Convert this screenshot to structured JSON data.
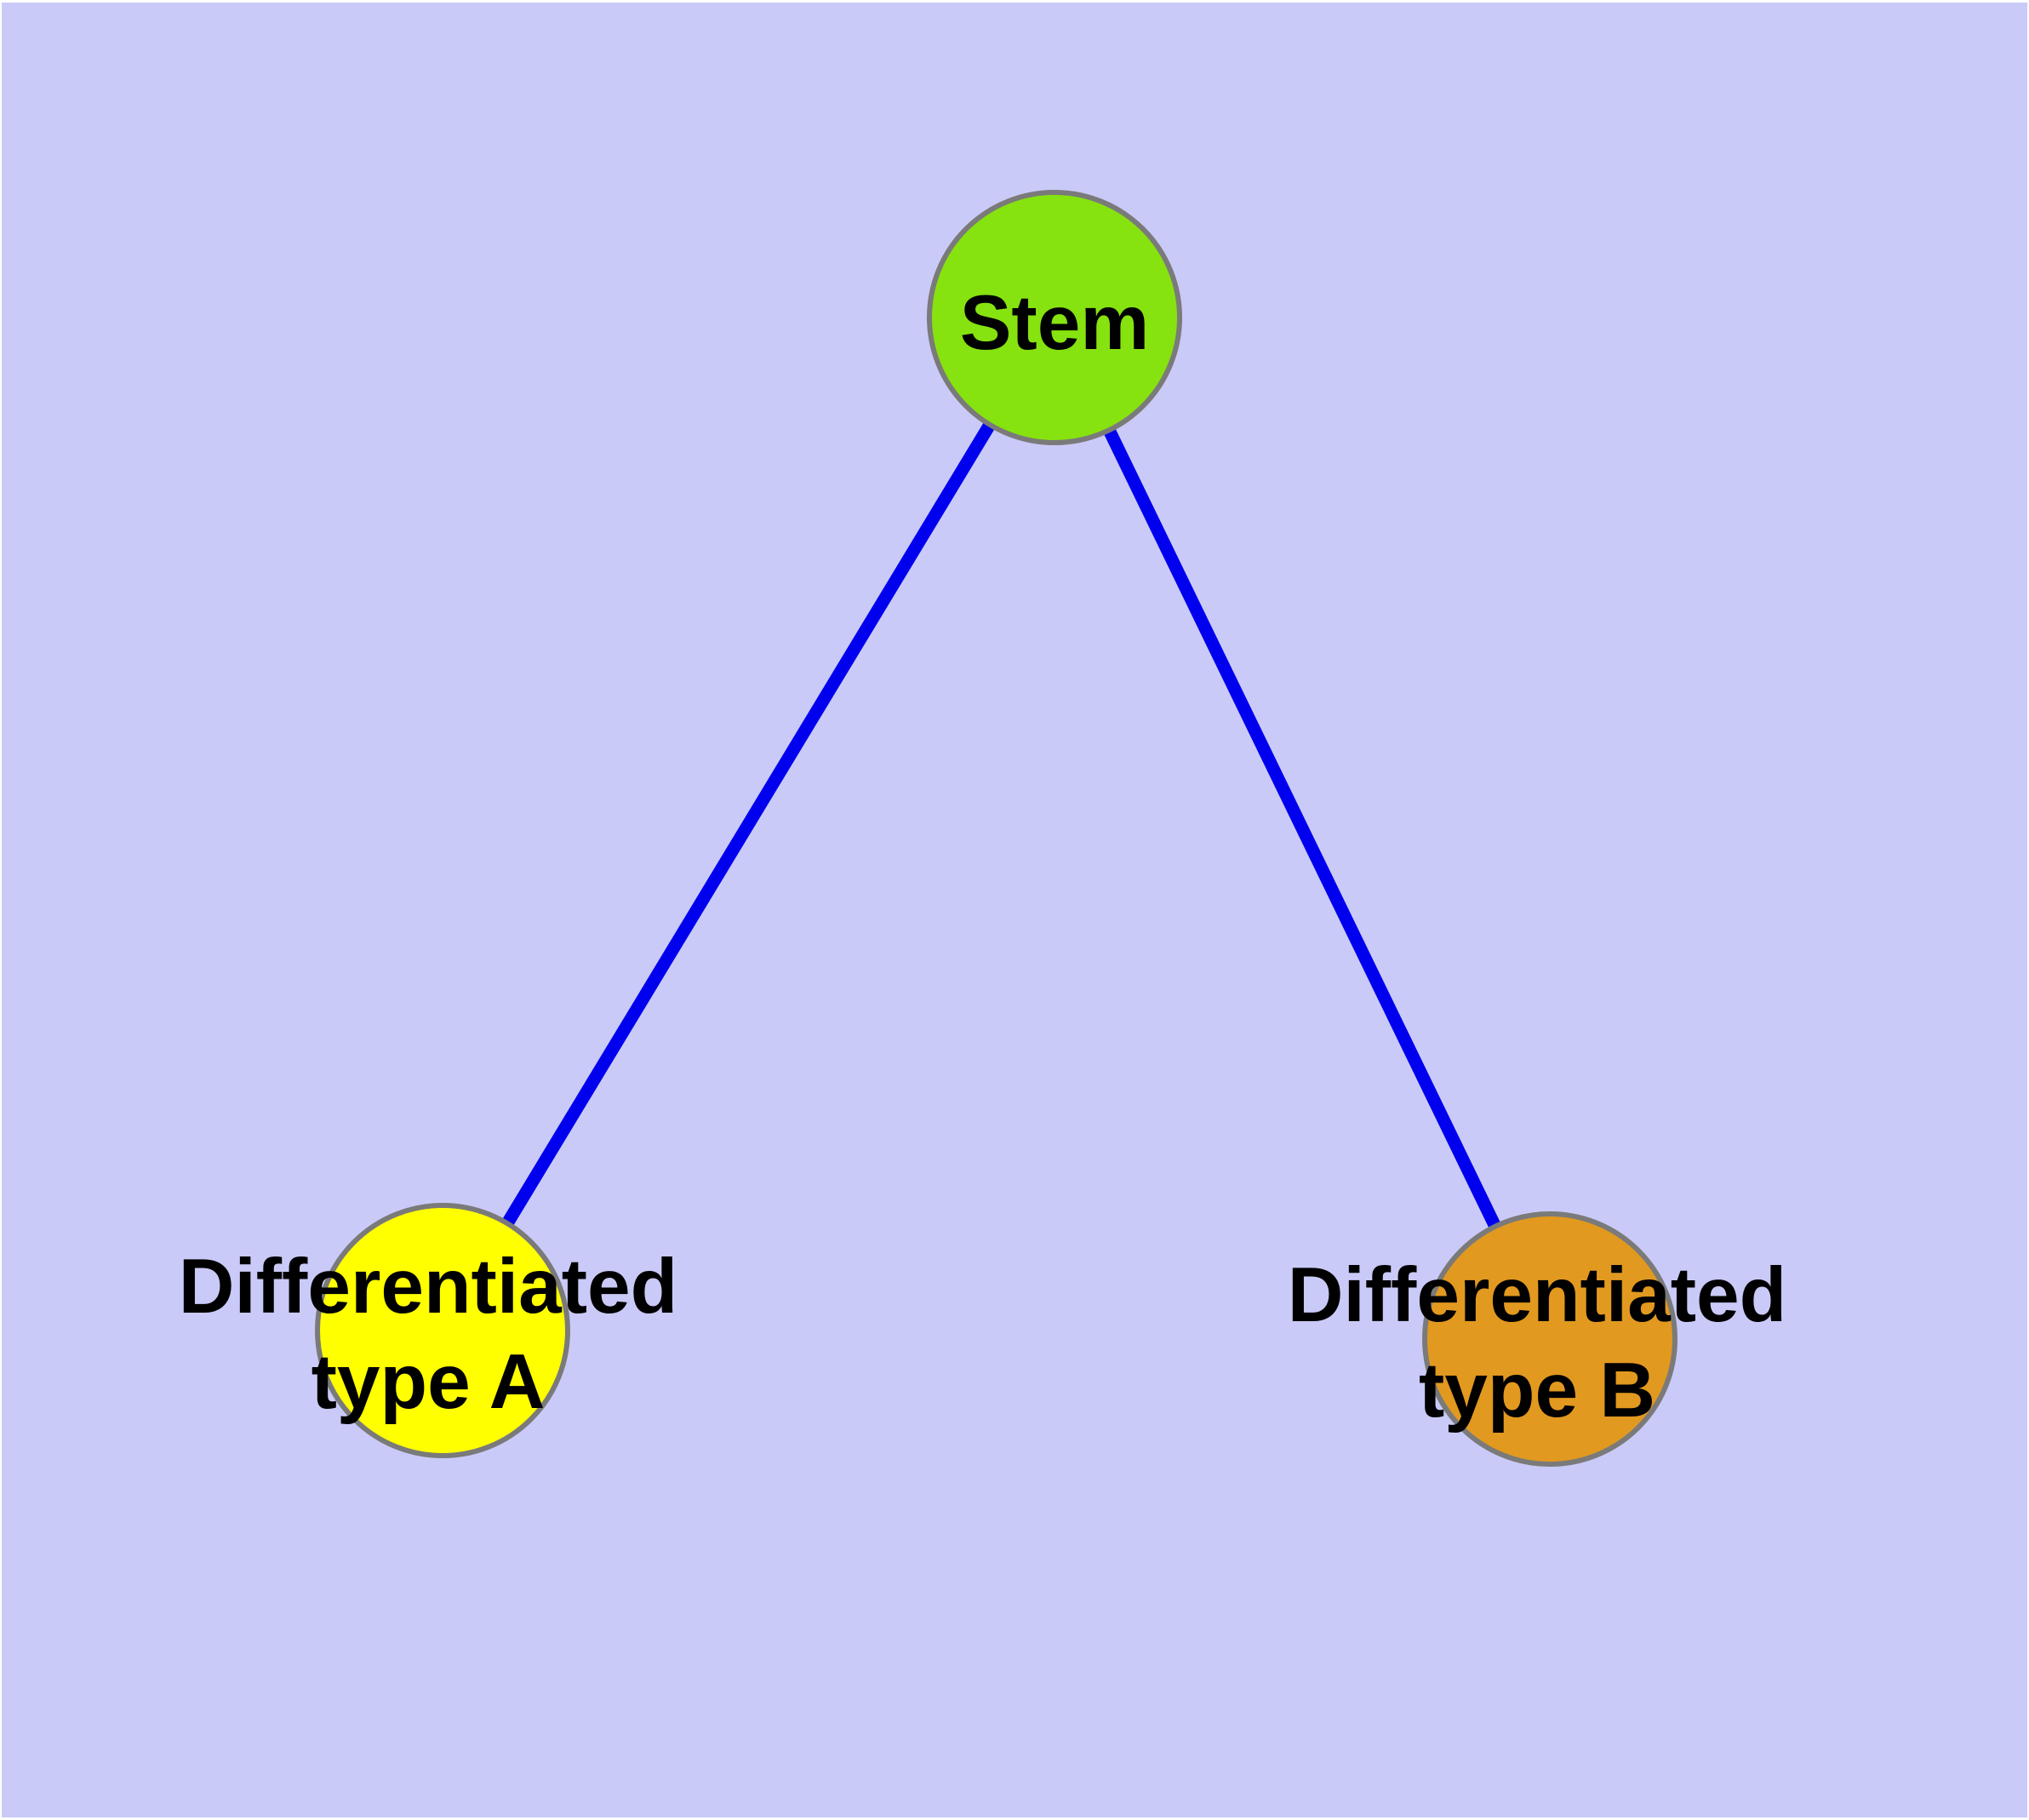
{
  "figure": {
    "background": "#FFFFFF",
    "panel_background": "#CACAF8"
  },
  "graph": {
    "node_border_color": "#7A7A7A",
    "label_color": "#000000",
    "nodes": {
      "stem": {
        "label": "Stem",
        "fill": "#86E30F"
      },
      "type_a": {
        "label_line1": "Differentiated",
        "label_line2": "type A",
        "fill": "#FFFF00"
      },
      "type_b": {
        "label_line1": "Differentiated",
        "label_line2": "type B",
        "fill": "#E2991F"
      }
    },
    "edges": {
      "color": "#0000EE",
      "list": [
        {
          "from": "Stem",
          "to": "Differentiated type A"
        },
        {
          "from": "Stem",
          "to": "Differentiated type B"
        }
      ]
    }
  }
}
